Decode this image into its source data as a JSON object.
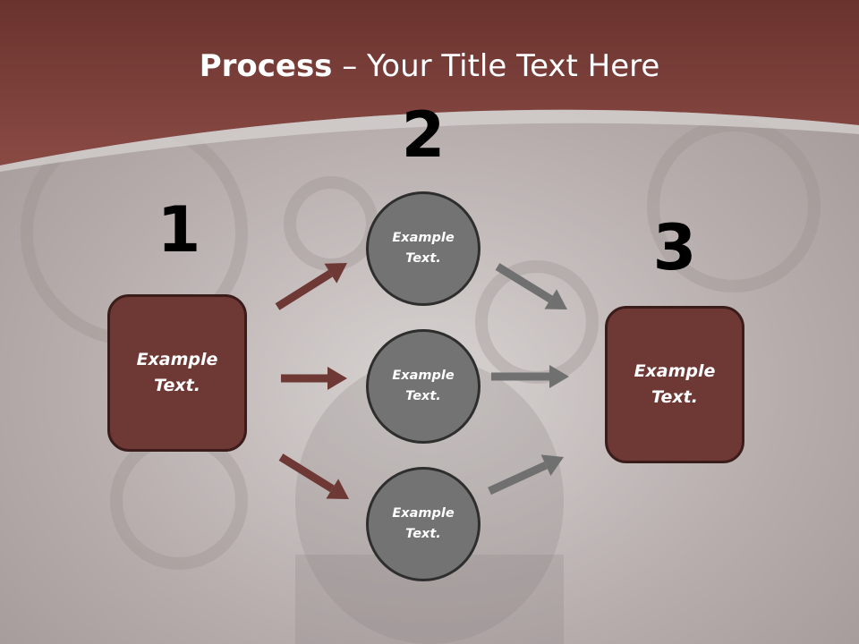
{
  "title": {
    "bold": "Process",
    "rest": " – Your Title Text Here"
  },
  "steps": [
    {
      "number": "1",
      "label_line1": "Example",
      "label_line2": "Text."
    },
    {
      "number": "2",
      "items": [
        {
          "label_line1": "Example",
          "label_line2": "Text."
        },
        {
          "label_line1": "Example",
          "label_line2": "Text."
        },
        {
          "label_line1": "Example",
          "label_line2": "Text."
        }
      ]
    },
    {
      "number": "3",
      "label_line1": "Example",
      "label_line2": "Text."
    }
  ],
  "colors": {
    "header": "#7a3d37",
    "box_fill": "#6e3834",
    "circle_fill": "#737373",
    "arrow_left": "#6e3834",
    "arrow_right": "#707070"
  }
}
